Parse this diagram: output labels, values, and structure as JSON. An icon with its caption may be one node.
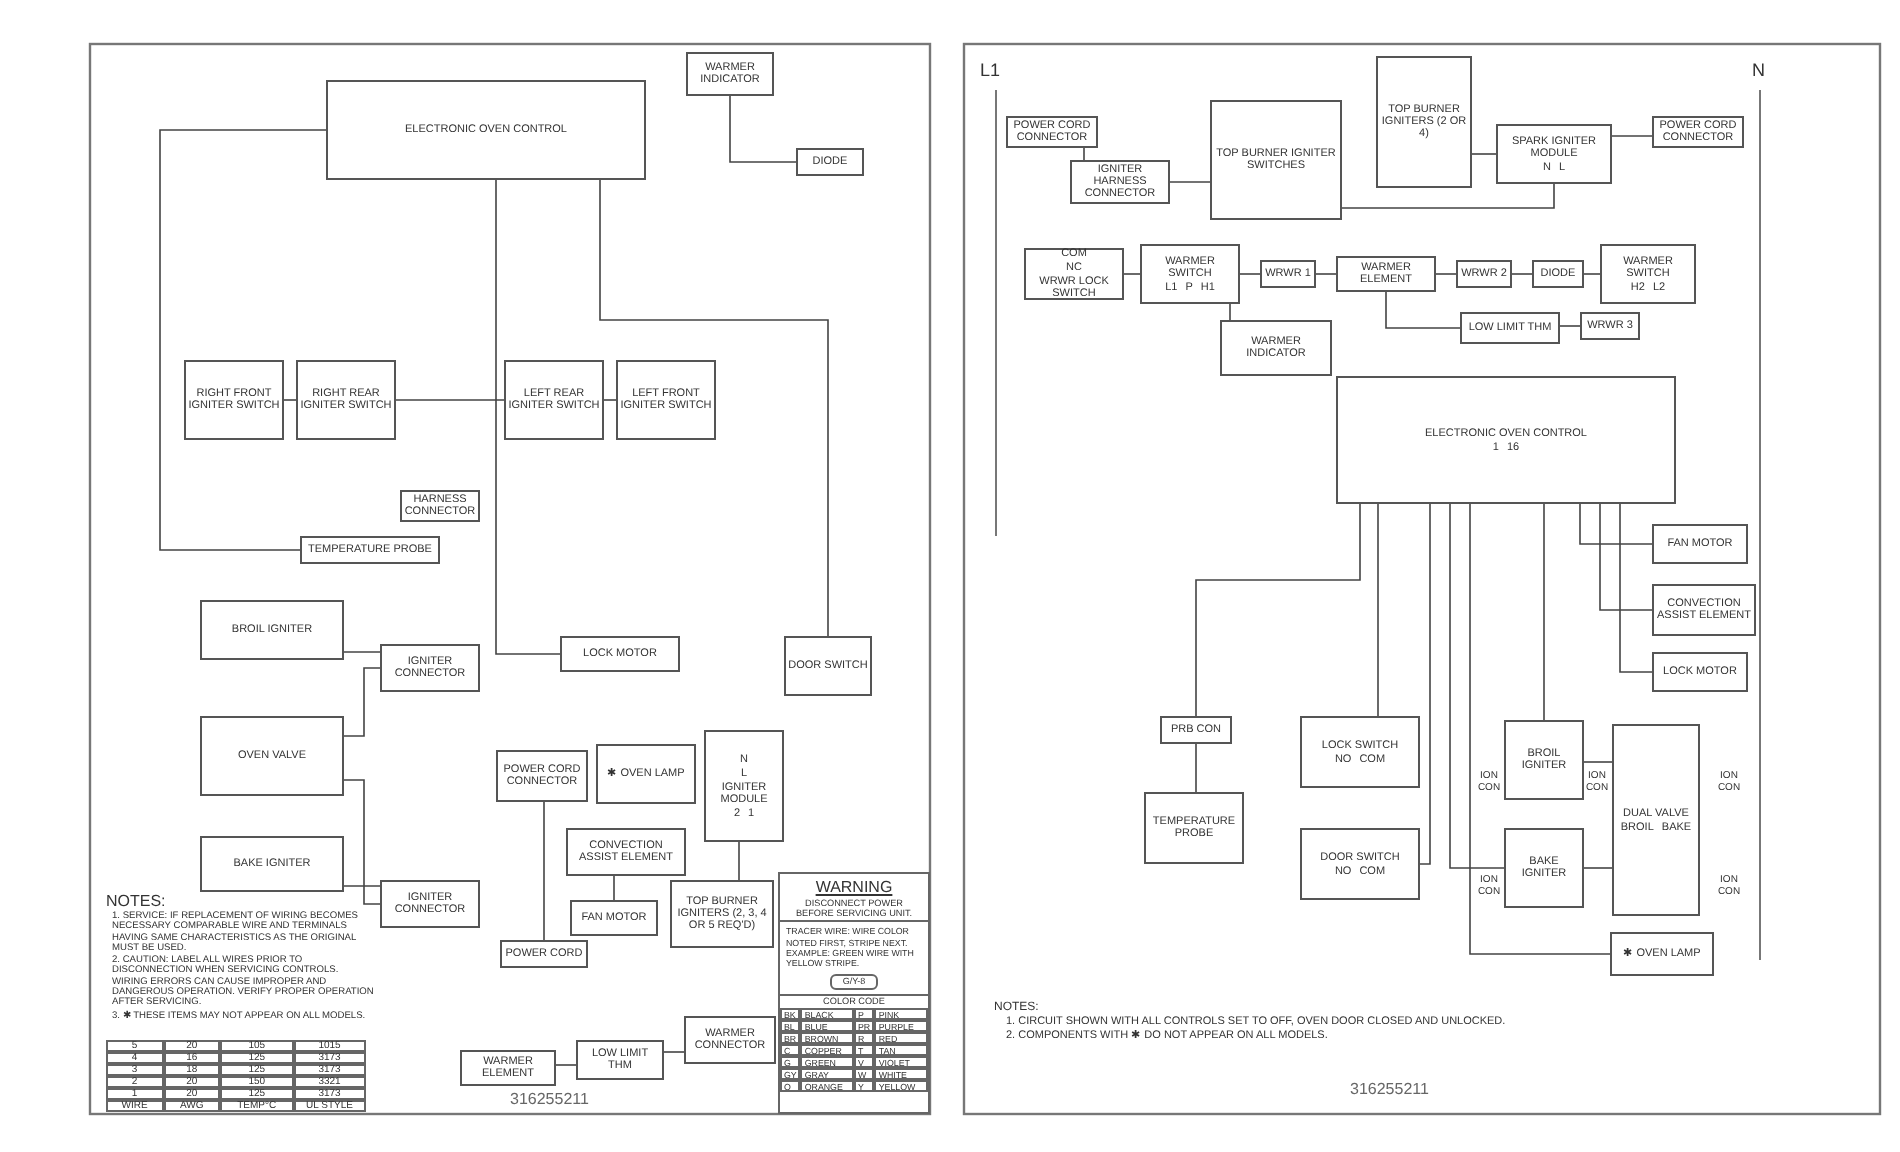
{
  "diagram": {
    "nodes": [
      {
        "text": [
          "ELECTRONIC OVEN CONTROL"
        ]
      },
      {
        "text": [
          "WARMER INDICATOR"
        ]
      },
      {
        "text": [
          "DIODE"
        ]
      },
      {
        "text": [
          "RIGHT FRONT IGNITER SWITCH"
        ]
      },
      {
        "text": [
          "RIGHT REAR IGNITER SWITCH"
        ]
      },
      {
        "text": [
          "LEFT REAR IGNITER SWITCH"
        ]
      },
      {
        "text": [
          "LEFT FRONT IGNITER SWITCH"
        ]
      },
      {
        "text": [
          "HARNESS CONNECTOR"
        ]
      },
      {
        "text": [
          "TEMPERATURE PROBE"
        ]
      },
      {
        "text": [
          "BROIL IGNITER"
        ]
      },
      {
        "text": [
          "IGNITER CONNECTOR"
        ]
      },
      {
        "text": [
          "LOCK MOTOR"
        ]
      },
      {
        "text": [
          "DOOR SWITCH"
        ]
      },
      {
        "text": [
          "OVEN VALVE"
        ]
      },
      {
        "text": [
          "POWER CORD CONNECTOR"
        ]
      },
      {
        "text": [
          "✱ OVEN LAMP"
        ]
      },
      {
        "text": [
          "N",
          "L",
          "IGNITER MODULE",
          "2",
          "1"
        ]
      },
      {
        "text": [
          "CONVECTION ASSIST ELEMENT"
        ]
      },
      {
        "text": [
          "FAN MOTOR"
        ]
      },
      {
        "text": [
          "TOP BURNER IGNITERS (2, 3, 4 OR 5 REQ'D)"
        ]
      },
      {
        "text": [
          "BAKE IGNITER"
        ]
      },
      {
        "text": [
          "IGNITER CONNECTOR"
        ]
      },
      {
        "text": [
          "POWER CORD"
        ]
      },
      {
        "text": [
          "WARMER ELEMENT"
        ]
      },
      {
        "text": [
          "LOW LIMIT THM"
        ]
      },
      {
        "text": [
          "WARMER CONNECTOR"
        ]
      },
      {
        "text": [
          "POWER CORD CONNECTOR"
        ]
      },
      {
        "text": [
          "IGNITER HARNESS CONNECTOR"
        ]
      },
      {
        "text": [
          "TOP BURNER IGNITER SWITCHES"
        ]
      },
      {
        "text": [
          "TOP BURNER IGNITERS (2 OR 4)"
        ]
      },
      {
        "text": [
          "SPARK IGNITER MODULE",
          "N",
          "L"
        ]
      },
      {
        "text": [
          "POWER CORD CONNECTOR"
        ]
      },
      {
        "text": [
          "COM",
          "NC",
          "WRWR LOCK SWITCH"
        ]
      },
      {
        "text": [
          "WARMER SWITCH",
          "L1",
          "P",
          "H1"
        ]
      },
      {
        "text": [
          "WRWR 1"
        ]
      },
      {
        "text": [
          "WARMER ELEMENT"
        ]
      },
      {
        "text": [
          "WRWR 2"
        ]
      },
      {
        "text": [
          "DIODE"
        ]
      },
      {
        "text": [
          "WARMER SWITCH",
          "H2",
          "L2"
        ]
      },
      {
        "text": [
          "WARMER INDICATOR"
        ]
      },
      {
        "text": [
          "LOW LIMIT THM"
        ]
      },
      {
        "text": [
          "WRWR 3"
        ]
      },
      {
        "text": [
          "ELECTRONIC OVEN CONTROL",
          "1",
          "16"
        ]
      },
      {
        "text": [
          "FAN MOTOR"
        ]
      },
      {
        "text": [
          "CONVECTION ASSIST ELEMENT"
        ]
      },
      {
        "text": [
          "LOCK MOTOR"
        ]
      },
      {
        "text": [
          "PRB CON"
        ]
      },
      {
        "text": [
          "TEMPERATURE PROBE"
        ]
      },
      {
        "text": [
          "LOCK SWITCH",
          "NO",
          "COM"
        ]
      },
      {
        "text": [
          "DOOR SWITCH",
          "NO",
          "COM"
        ]
      },
      {
        "text": [
          "BROIL IGNITER"
        ]
      },
      {
        "text": [
          "DUAL VALVE",
          "BROIL",
          "BAKE"
        ]
      },
      {
        "text": [
          "BAKE IGNITER"
        ]
      },
      {
        "text": [
          "✱ OVEN LAMP"
        ]
      }
    ],
    "edges": [
      {
        "from": 3,
        "to": 4,
        "arrow": "none"
      },
      {
        "from": 4,
        "to": 5,
        "arrow": "none"
      },
      {
        "from": 5,
        "to": 6,
        "arrow": "none"
      },
      {
        "from": 1,
        "to": 2,
        "arrow": "none"
      },
      {
        "from": 0,
        "to": 8,
        "arrow": "none"
      },
      {
        "from": 9,
        "to": 10,
        "arrow": "none"
      },
      {
        "from": 13,
        "to": 10,
        "arrow": "none"
      },
      {
        "from": 13,
        "to": 21,
        "arrow": "none"
      },
      {
        "from": 20,
        "to": 21,
        "arrow": "none"
      },
      {
        "from": 14,
        "to": 22,
        "arrow": "none"
      },
      {
        "from": 23,
        "to": 24,
        "arrow": "none"
      },
      {
        "from": 24,
        "to": 25,
        "arrow": "none"
      },
      {
        "from": 16,
        "to": 19,
        "arrow": "none"
      },
      {
        "from": 17,
        "to": 18,
        "arrow": "none"
      },
      {
        "from": 0,
        "to": 11,
        "arrow": "none"
      },
      {
        "from": 0,
        "to": 12,
        "arrow": "none"
      },
      {
        "from": 26,
        "to": 27,
        "arrow": "none"
      },
      {
        "from": 27,
        "to": 28,
        "arrow": "none"
      },
      {
        "from": 28,
        "to": 30,
        "arrow": "none"
      },
      {
        "from": 29,
        "to": 30,
        "arrow": "none"
      },
      {
        "from": 30,
        "to": 31,
        "arrow": "none"
      },
      {
        "from": 32,
        "to": 33,
        "arrow": "none"
      },
      {
        "from": 33,
        "to": 34,
        "arrow": "none"
      },
      {
        "from": 34,
        "to": 35,
        "arrow": "none"
      },
      {
        "from": 35,
        "to": 36,
        "arrow": "none"
      },
      {
        "from": 36,
        "to": 37,
        "arrow": "none"
      },
      {
        "from": 37,
        "to": 38,
        "arrow": "none"
      },
      {
        "from": 33,
        "to": 39,
        "arrow": "none"
      },
      {
        "from": 35,
        "to": 40,
        "arrow": "none"
      },
      {
        "from": 40,
        "to": 41,
        "arrow": "none"
      },
      {
        "from": 42,
        "to": 43,
        "arrow": "none"
      },
      {
        "from": 42,
        "to": 44,
        "arrow": "none"
      },
      {
        "from": 42,
        "to": 45,
        "arrow": "none"
      },
      {
        "from": 42,
        "to": 46,
        "arrow": "none"
      },
      {
        "from": 46,
        "to": 47,
        "arrow": "none"
      },
      {
        "from": 42,
        "to": 48,
        "arrow": "none"
      },
      {
        "from": 42,
        "to": 49,
        "arrow": "none"
      },
      {
        "from": 42,
        "to": 50,
        "arrow": "none"
      },
      {
        "from": 50,
        "to": 51,
        "arrow": "none"
      },
      {
        "from": 42,
        "to": 52,
        "arrow": "none"
      },
      {
        "from": 52,
        "to": 51,
        "arrow": "none"
      },
      {
        "from": 42,
        "to": 53,
        "arrow": "none"
      }
    ],
    "labels": [
      "NOTES:",
      "1. SERVICE: IF REPLACEMENT OF WIRING BECOMES NECESSARY COMPARABLE WIRE AND TERMINALS HAVING SAME CHARACTERISTICS AS THE ORIGINAL MUST BE USED.",
      "2. CAUTION: LABEL ALL WIRES PRIOR TO DISCONNECTION WHEN SERVICING CONTROLS. WIRING ERRORS CAN CAUSE IMPROPER AND DANGEROUS OPERATION. VERIFY PROPER OPERATION AFTER SERVICING.",
      "3. ✱ THESE ITEMS MAY NOT APPEAR ON ALL MODELS.",
      "5",
      "20",
      "105",
      "1015",
      "4",
      "16",
      "125",
      "3173",
      "3",
      "18",
      "125",
      "3173",
      "2",
      "20",
      "150",
      "3321",
      "1",
      "20",
      "125",
      "3173",
      "WIRE",
      "AWG",
      "TEMP°C",
      "UL STYLE",
      "316255211",
      "WARNING",
      "DISCONNECT POWER BEFORE SERVICING UNIT.",
      "TRACER WIRE: WIRE COLOR NOTED FIRST, STRIPE NEXT. EXAMPLE: GREEN WIRE WITH YELLOW STRIPE.",
      "G/Y-8",
      "COLOR CODE",
      "BK",
      "BLACK",
      "P",
      "PINK",
      "BL",
      "BLUE",
      "PR",
      "PURPLE",
      "BR",
      "BROWN",
      "R",
      "RED",
      "C",
      "COPPER",
      "T",
      "TAN",
      "G",
      "GREEN",
      "V",
      "VIOLET",
      "GY",
      "GRAY",
      "W",
      "WHITE",
      "O",
      "ORANGE",
      "Y",
      "YELLOW",
      "L1",
      "N",
      "ION CON",
      "ION CON",
      "ION CON",
      "ION CON",
      "ION CON",
      "NOTES:",
      "1. CIRCUIT SHOWN WITH ALL CONTROLS SET TO OFF, OVEN DOOR CLOSED AND UNLOCKED.",
      "2. COMPONENTS WITH ✱ DO NOT APPEAR ON ALL MODELS.",
      "316255211"
    ]
  }
}
